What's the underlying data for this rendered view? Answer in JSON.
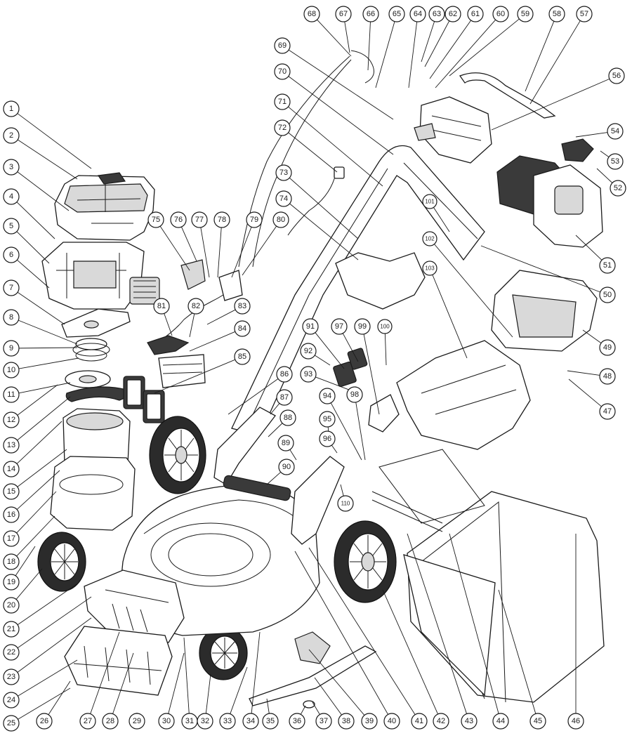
{
  "callouts": [
    {
      "id": 1,
      "label": "1"
    },
    {
      "id": 2,
      "label": "2"
    },
    {
      "id": 3,
      "label": "3"
    },
    {
      "id": 4,
      "label": "4"
    },
    {
      "id": 5,
      "label": "5"
    },
    {
      "id": 6,
      "label": "6"
    },
    {
      "id": 7,
      "label": "7"
    },
    {
      "id": 8,
      "label": "8"
    },
    {
      "id": 9,
      "label": "9"
    },
    {
      "id": 10,
      "label": "10"
    },
    {
      "id": 11,
      "label": "11"
    },
    {
      "id": 12,
      "label": "12"
    },
    {
      "id": 13,
      "label": "13"
    },
    {
      "id": 14,
      "label": "14"
    },
    {
      "id": 15,
      "label": "15"
    },
    {
      "id": 16,
      "label": "16"
    },
    {
      "id": 17,
      "label": "17"
    },
    {
      "id": 18,
      "label": "18"
    },
    {
      "id": 19,
      "label": "19"
    },
    {
      "id": 20,
      "label": "20"
    },
    {
      "id": 21,
      "label": "21"
    },
    {
      "id": 22,
      "label": "22"
    },
    {
      "id": 23,
      "label": "23"
    },
    {
      "id": 24,
      "label": "24"
    },
    {
      "id": 25,
      "label": "25"
    },
    {
      "id": 26,
      "label": "26"
    },
    {
      "id": 27,
      "label": "27"
    },
    {
      "id": 28,
      "label": "28"
    },
    {
      "id": 29,
      "label": "29"
    },
    {
      "id": 30,
      "label": "30"
    },
    {
      "id": 31,
      "label": "31"
    },
    {
      "id": 32,
      "label": "32"
    },
    {
      "id": 33,
      "label": "33"
    },
    {
      "id": 34,
      "label": "34"
    },
    {
      "id": 35,
      "label": "35"
    },
    {
      "id": 36,
      "label": "36"
    },
    {
      "id": 37,
      "label": "37"
    },
    {
      "id": 38,
      "label": "38"
    },
    {
      "id": 39,
      "label": "39"
    },
    {
      "id": 40,
      "label": "40"
    },
    {
      "id": 41,
      "label": "41"
    },
    {
      "id": 42,
      "label": "42"
    },
    {
      "id": 43,
      "label": "43"
    },
    {
      "id": 44,
      "label": "44"
    },
    {
      "id": 45,
      "label": "45"
    },
    {
      "id": 46,
      "label": "46"
    },
    {
      "id": 47,
      "label": "47"
    },
    {
      "id": 48,
      "label": "48"
    },
    {
      "id": 49,
      "label": "49"
    },
    {
      "id": 50,
      "label": "50"
    },
    {
      "id": 51,
      "label": "51"
    },
    {
      "id": 52,
      "label": "52"
    },
    {
      "id": 53,
      "label": "53"
    },
    {
      "id": 54,
      "label": "54"
    },
    {
      "id": 56,
      "label": "56"
    },
    {
      "id": 57,
      "label": "57"
    },
    {
      "id": 58,
      "label": "58"
    },
    {
      "id": 59,
      "label": "59"
    },
    {
      "id": 60,
      "label": "60"
    },
    {
      "id": 61,
      "label": "61"
    },
    {
      "id": 62,
      "label": "62"
    },
    {
      "id": 63,
      "label": "63"
    },
    {
      "id": 64,
      "label": "64"
    },
    {
      "id": 65,
      "label": "65"
    },
    {
      "id": 66,
      "label": "66"
    },
    {
      "id": 67,
      "label": "67"
    },
    {
      "id": 68,
      "label": "68"
    },
    {
      "id": 69,
      "label": "69"
    },
    {
      "id": 70,
      "label": "70"
    },
    {
      "id": 71,
      "label": "71"
    },
    {
      "id": 72,
      "label": "72"
    },
    {
      "id": 73,
      "label": "73"
    },
    {
      "id": 74,
      "label": "74"
    },
    {
      "id": 75,
      "label": "75"
    },
    {
      "id": 76,
      "label": "76"
    },
    {
      "id": 77,
      "label": "77"
    },
    {
      "id": 78,
      "label": "78"
    },
    {
      "id": 79,
      "label": "79"
    },
    {
      "id": 80,
      "label": "80"
    },
    {
      "id": 81,
      "label": "81"
    },
    {
      "id": 82,
      "label": "82"
    },
    {
      "id": 83,
      "label": "83"
    },
    {
      "id": 84,
      "label": "84"
    },
    {
      "id": 85,
      "label": "85"
    },
    {
      "id": 86,
      "label": "86"
    },
    {
      "id": 87,
      "label": "87"
    },
    {
      "id": 88,
      "label": "88"
    },
    {
      "id": 89,
      "label": "89"
    },
    {
      "id": 90,
      "label": "90"
    },
    {
      "id": 91,
      "label": "91"
    },
    {
      "id": 92,
      "label": "92"
    },
    {
      "id": 93,
      "label": "93"
    },
    {
      "id": 94,
      "label": "94"
    },
    {
      "id": 95,
      "label": "95"
    },
    {
      "id": 96,
      "label": "96"
    },
    {
      "id": 97,
      "label": "97"
    },
    {
      "id": 98,
      "label": "98"
    },
    {
      "id": 99,
      "label": "99"
    },
    {
      "id": 100,
      "label": "100"
    },
    {
      "id": 101,
      "label": "101"
    },
    {
      "id": 102,
      "label": "102"
    },
    {
      "id": 103,
      "label": "103"
    },
    {
      "id": 110,
      "label": "110"
    }
  ]
}
